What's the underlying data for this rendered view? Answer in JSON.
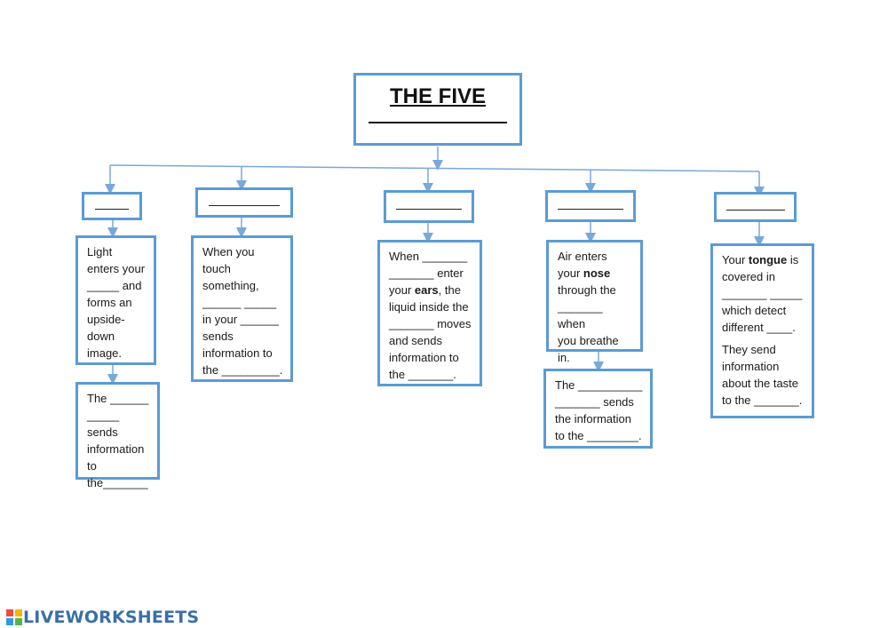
{
  "title": {
    "line1": "THE FIVE"
  },
  "columns": [
    {
      "id": "sight",
      "text": [
        "Light",
        "enters your",
        "_____ and",
        "forms an",
        "upside-",
        "down",
        "image."
      ],
      "sub_text": [
        "The ______",
        "_____ sends",
        "information",
        "to",
        "the_______"
      ]
    },
    {
      "id": "touch",
      "text": [
        "When you",
        "touch",
        "something,",
        "______  _____",
        "in your ______",
        "sends",
        "information to",
        "the _________."
      ]
    },
    {
      "id": "hearing",
      "text_html": [
        "When _______",
        "_______ enter",
        "your <b>ears</b>, the",
        "liquid inside the",
        "_______ moves",
        "and sends",
        "information to",
        "the _______."
      ]
    },
    {
      "id": "smell",
      "text_html": [
        "Air enters",
        "your <b>nose</b>",
        "through the",
        "_______ when",
        "you breathe",
        "in."
      ],
      "sub_text": [
        "The __________",
        "_______ sends",
        "the information",
        "to the ________."
      ]
    },
    {
      "id": "taste",
      "text_html": [
        "Your <b>tongue</b> is",
        "covered in",
        "_______ _____",
        "which detect",
        "different ____."
      ],
      "text2": [
        "They send",
        "information",
        "about the taste",
        "to the _______."
      ]
    }
  ],
  "branding": {
    "logo_text": "LIVEWORKSHEETS",
    "colors": {
      "box_border": "#5b9bd5",
      "connector": "#7aa8d8",
      "logo": "#3a6fa8"
    }
  }
}
